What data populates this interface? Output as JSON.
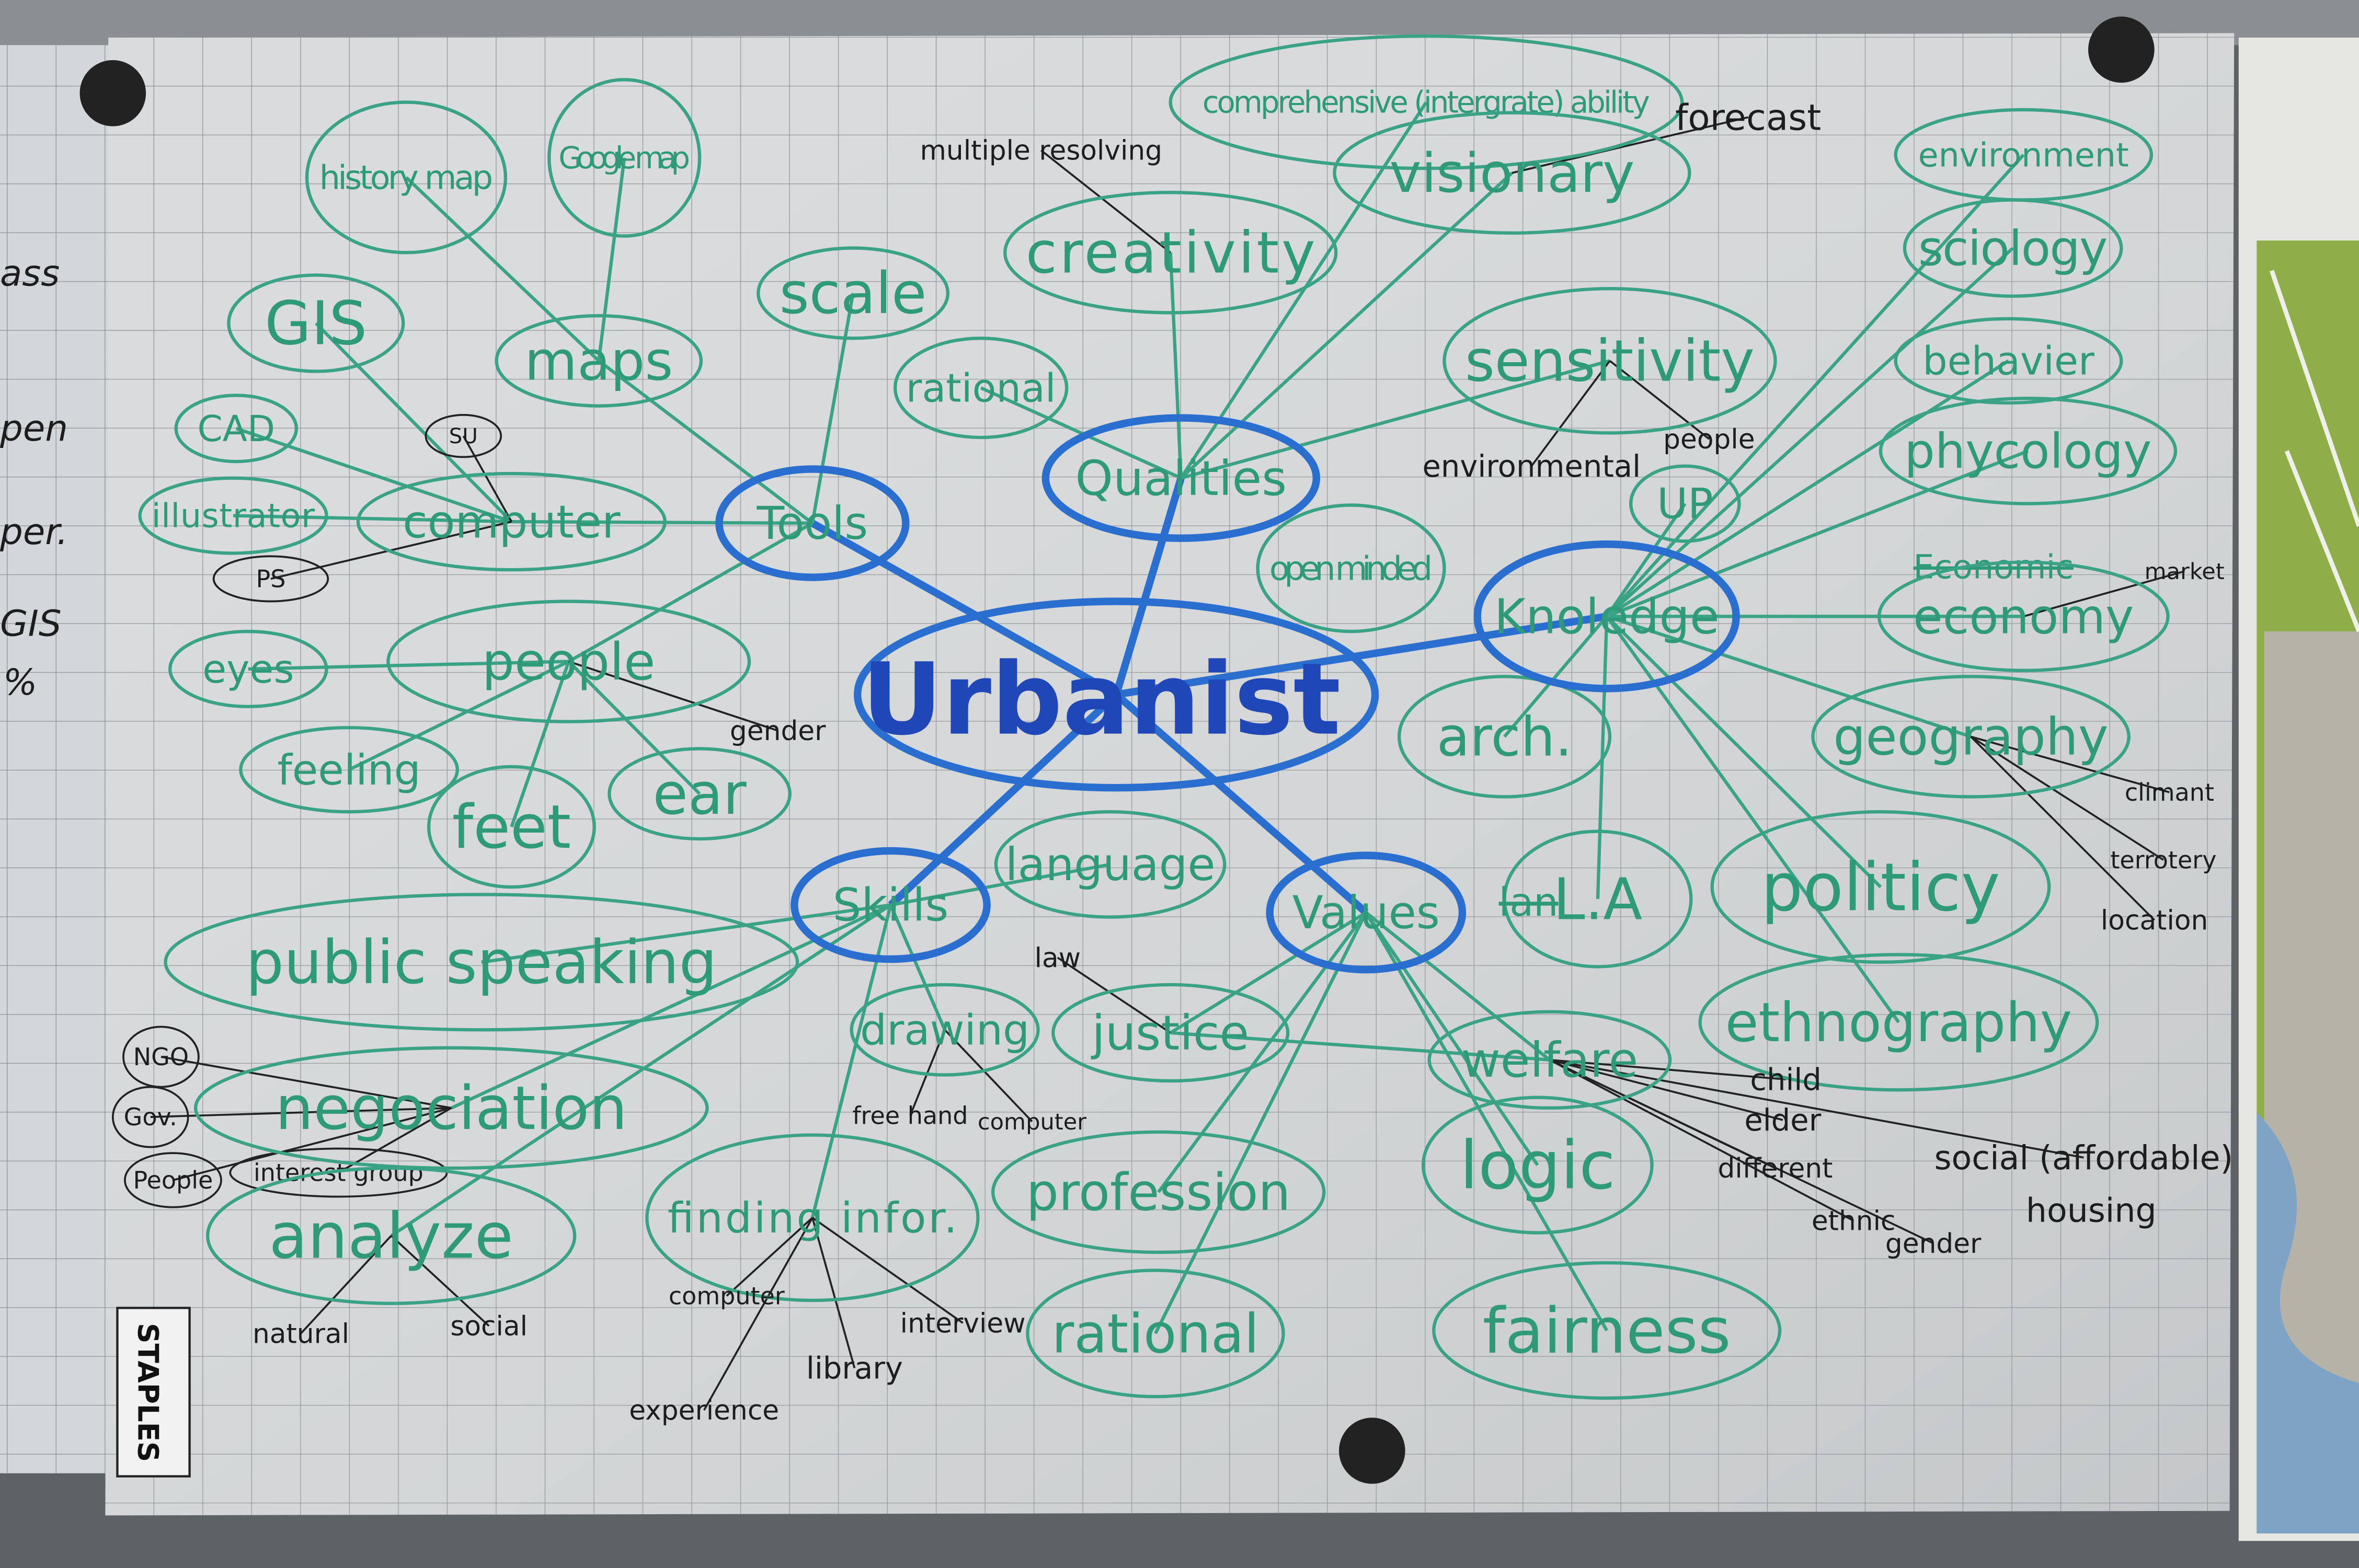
{
  "title": "Urbanist",
  "categories": [
    {
      "id": "tools",
      "label": "Tools"
    },
    {
      "id": "qualities",
      "label": "Qualities"
    },
    {
      "id": "knowledge",
      "label": "Knoledge"
    },
    {
      "id": "skills",
      "label": "Skills"
    },
    {
      "id": "values",
      "label": "Values"
    }
  ],
  "nodes": [
    {
      "id": "history_map",
      "label": "history map",
      "ink": "green"
    },
    {
      "id": "google_map",
      "label": "Google map",
      "ink": "green"
    },
    {
      "id": "gis",
      "label": "GIS",
      "ink": "green"
    },
    {
      "id": "maps",
      "label": "maps",
      "ink": "green"
    },
    {
      "id": "scale",
      "label": "scale",
      "ink": "green"
    },
    {
      "id": "cad",
      "label": "CAD",
      "ink": "green"
    },
    {
      "id": "su",
      "label": "SU",
      "ink": "black"
    },
    {
      "id": "illustrator",
      "label": "illustrator",
      "ink": "green"
    },
    {
      "id": "computer",
      "label": "computer",
      "ink": "green"
    },
    {
      "id": "ps",
      "label": "PS",
      "ink": "black"
    },
    {
      "id": "people",
      "label": "people",
      "ink": "green"
    },
    {
      "id": "eyes",
      "label": "eyes",
      "ink": "green"
    },
    {
      "id": "feeling",
      "label": "feeling",
      "ink": "green"
    },
    {
      "id": "feet",
      "label": "feet",
      "ink": "green"
    },
    {
      "id": "ear",
      "label": "ear",
      "ink": "green"
    },
    {
      "id": "multiple_resolving",
      "label": "multiple resolving",
      "ink": "black",
      "plain": true
    },
    {
      "id": "comprehensive",
      "label": "comprehensive (intergrate) ability",
      "ink": "green"
    },
    {
      "id": "visionary",
      "label": "visionary",
      "ink": "green"
    },
    {
      "id": "forecast",
      "label": "forecast",
      "ink": "black",
      "plain": true
    },
    {
      "id": "creativity",
      "label": "creativity",
      "ink": "green"
    },
    {
      "id": "rational_q",
      "label": "rational",
      "ink": "green"
    },
    {
      "id": "sensitivity",
      "label": "sensitivity",
      "ink": "green"
    },
    {
      "id": "environmental",
      "label": "environmental",
      "ink": "black",
      "plain": true
    },
    {
      "id": "people_s",
      "label": "people",
      "ink": "black",
      "plain": true
    },
    {
      "id": "open_minded",
      "label": "open minded",
      "ink": "green"
    },
    {
      "id": "up",
      "label": "UP",
      "ink": "green"
    },
    {
      "id": "arch",
      "label": "arch.",
      "ink": "green"
    },
    {
      "id": "la",
      "label": "L.A",
      "ink": "green"
    },
    {
      "id": "lan",
      "label": "lan",
      "ink": "green",
      "plain": true,
      "struck": true
    },
    {
      "id": "environment",
      "label": "environment",
      "ink": "green"
    },
    {
      "id": "sciology",
      "label": "sciology",
      "ink": "green"
    },
    {
      "id": "behavier",
      "label": "behavier",
      "ink": "green"
    },
    {
      "id": "phycology",
      "label": "phycology",
      "ink": "green"
    },
    {
      "id": "economic_struck",
      "label": "Economic",
      "ink": "green",
      "plain": true,
      "struck": true
    },
    {
      "id": "market",
      "label": "market",
      "ink": "black",
      "plain": true
    },
    {
      "id": "economy",
      "label": "economy",
      "ink": "green"
    },
    {
      "id": "geography",
      "label": "geography",
      "ink": "green"
    },
    {
      "id": "climant",
      "label": "climant",
      "ink": "black",
      "plain": true
    },
    {
      "id": "terrotery",
      "label": "terrotery",
      "ink": "black",
      "plain": true
    },
    {
      "id": "location",
      "label": "location",
      "ink": "black",
      "plain": true
    },
    {
      "id": "politicy",
      "label": "politicy",
      "ink": "green"
    },
    {
      "id": "ethnography",
      "label": "ethnography",
      "ink": "green"
    },
    {
      "id": "gender",
      "label": "gender",
      "ink": "black",
      "plain": true
    },
    {
      "id": "public_speaking",
      "label": "public speaking",
      "ink": "green"
    },
    {
      "id": "language",
      "label": "language",
      "ink": "green"
    },
    {
      "id": "law",
      "label": "law",
      "ink": "black",
      "plain": true
    },
    {
      "id": "drawing",
      "label": "drawing",
      "ink": "green"
    },
    {
      "id": "free_hand",
      "label": "free hand",
      "ink": "black",
      "plain": true
    },
    {
      "id": "computer_d",
      "label": "computer",
      "ink": "black",
      "plain": true
    },
    {
      "id": "justice",
      "label": "justice",
      "ink": "green"
    },
    {
      "id": "ngo",
      "label": "NGO",
      "ink": "black"
    },
    {
      "id": "gov",
      "label": "Gov.",
      "ink": "black"
    },
    {
      "id": "people_n",
      "label": "People",
      "ink": "black"
    },
    {
      "id": "interest_group",
      "label": "interest group",
      "ink": "black"
    },
    {
      "id": "negociation",
      "label": "negociation",
      "ink": "green"
    },
    {
      "id": "analyze",
      "label": "analyze",
      "ink": "green"
    },
    {
      "id": "natural",
      "label": "natural",
      "ink": "black",
      "plain": true
    },
    {
      "id": "social",
      "label": "social",
      "ink": "black",
      "plain": true
    },
    {
      "id": "finding_infor",
      "label": "finding infor.",
      "ink": "green"
    },
    {
      "id": "computer_f",
      "label": "computer",
      "ink": "black",
      "plain": true
    },
    {
      "id": "library",
      "label": "library",
      "ink": "black",
      "plain": true
    },
    {
      "id": "interview",
      "label": "interview",
      "ink": "black",
      "plain": true
    },
    {
      "id": "experience",
      "label": "experience",
      "ink": "black",
      "plain": true
    },
    {
      "id": "profession",
      "label": "profession",
      "ink": "green"
    },
    {
      "id": "rational_v",
      "label": "rational",
      "ink": "green"
    },
    {
      "id": "welfare",
      "label": "welfare",
      "ink": "green"
    },
    {
      "id": "logic",
      "label": "logic",
      "ink": "green"
    },
    {
      "id": "fairness",
      "label": "fairness",
      "ink": "green"
    },
    {
      "id": "child",
      "label": "child",
      "ink": "black",
      "plain": true
    },
    {
      "id": "elder",
      "label": "elder",
      "ink": "black",
      "plain": true
    },
    {
      "id": "different",
      "label": "different",
      "ink": "black",
      "plain": true
    },
    {
      "id": "ethnic",
      "label": "ethnic",
      "ink": "black",
      "plain": true
    },
    {
      "id": "gender_w",
      "label": "gender",
      "ink": "black",
      "plain": true
    },
    {
      "id": "social_housing_1",
      "label": "social (affordable)",
      "ink": "black",
      "plain": true
    },
    {
      "id": "social_housing_2",
      "label": "housing",
      "ink": "black",
      "plain": true
    }
  ],
  "edges": [
    [
      "maps",
      "history_map"
    ],
    [
      "maps",
      "google_map"
    ],
    [
      "maps",
      "tools"
    ],
    [
      "tools",
      "scale"
    ],
    [
      "tools",
      "computer"
    ],
    [
      "computer",
      "gis"
    ],
    [
      "computer",
      "cad"
    ],
    [
      "computer",
      "illustrator"
    ],
    [
      "computer",
      "su"
    ],
    [
      "computer",
      "ps"
    ],
    [
      "tools",
      "people"
    ],
    [
      "people",
      "eyes"
    ],
    [
      "people",
      "feeling"
    ],
    [
      "people",
      "feet"
    ],
    [
      "people",
      "ear"
    ],
    [
      "people",
      "gender"
    ],
    [
      "qualities",
      "creativity"
    ],
    [
      "qualities",
      "visionary"
    ],
    [
      "qualities",
      "rational_q"
    ],
    [
      "qualities",
      "sensitivity"
    ],
    [
      "qualities",
      "comprehensive"
    ],
    [
      "sensitivity",
      "environmental"
    ],
    [
      "sensitivity",
      "people_s"
    ],
    [
      "visionary",
      "forecast"
    ],
    [
      "creativity",
      "multiple_resolving"
    ],
    [
      "knowledge",
      "up"
    ],
    [
      "knowledge",
      "arch"
    ],
    [
      "knowledge",
      "la"
    ],
    [
      "knowledge",
      "politicy"
    ],
    [
      "knowledge",
      "geography"
    ],
    [
      "knowledge",
      "economy"
    ],
    [
      "knowledge",
      "phycology"
    ],
    [
      "knowledge",
      "behavier"
    ],
    [
      "knowledge",
      "sciology"
    ],
    [
      "knowledge",
      "environment"
    ],
    [
      "knowledge",
      "ethnography"
    ],
    [
      "geography",
      "climant"
    ],
    [
      "geography",
      "terrotery"
    ],
    [
      "geography",
      "location"
    ],
    [
      "economy",
      "market"
    ],
    [
      "skills",
      "public_speaking"
    ],
    [
      "skills",
      "language"
    ],
    [
      "skills",
      "drawing"
    ],
    [
      "skills",
      "negociation"
    ],
    [
      "skills",
      "analyze"
    ],
    [
      "skills",
      "finding_infor"
    ],
    [
      "drawing",
      "free_hand"
    ],
    [
      "drawing",
      "computer_d"
    ],
    [
      "negociation",
      "ngo"
    ],
    [
      "negociation",
      "gov"
    ],
    [
      "negociation",
      "people_n"
    ],
    [
      "negociation",
      "interest_group"
    ],
    [
      "analyze",
      "natural"
    ],
    [
      "analyze",
      "social"
    ],
    [
      "finding_infor",
      "computer_f"
    ],
    [
      "finding_infor",
      "library"
    ],
    [
      "finding_infor",
      "interview"
    ],
    [
      "finding_infor",
      "experience"
    ],
    [
      "values",
      "justice"
    ],
    [
      "values",
      "profession"
    ],
    [
      "values",
      "rational_v"
    ],
    [
      "values",
      "welfare"
    ],
    [
      "values",
      "logic"
    ],
    [
      "values",
      "fairness"
    ],
    [
      "justice",
      "law"
    ],
    [
      "justice",
      "welfare"
    ],
    [
      "welfare",
      "child"
    ],
    [
      "welfare",
      "elder"
    ],
    [
      "welfare",
      "different"
    ],
    [
      "welfare",
      "ethnic"
    ],
    [
      "welfare",
      "gender_w"
    ],
    [
      "welfare",
      "social_housing_1"
    ]
  ],
  "brand_label": "STAPLES",
  "left_sheet_fragments": [
    "ass",
    "pen",
    "per.",
    "GIS",
    "%"
  ],
  "colors": {
    "green_ink": "#2f9a78",
    "blue_ink": "#2a6fd0",
    "black_ink": "#1d1d1d",
    "paper": "#d9dbdc",
    "grid": "#8f9396"
  }
}
